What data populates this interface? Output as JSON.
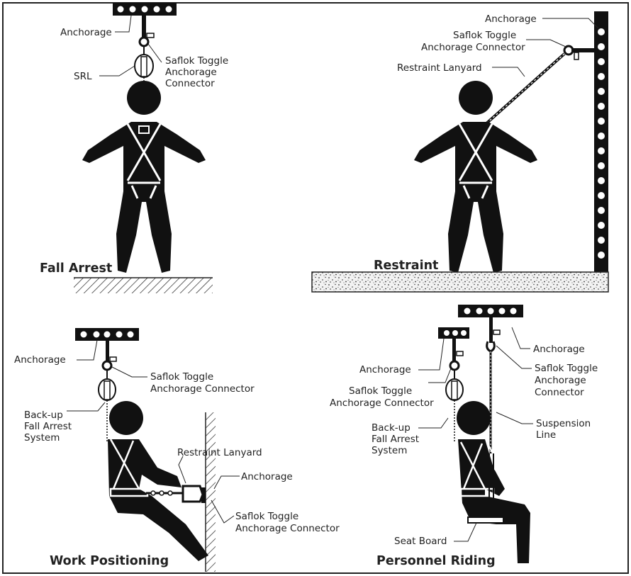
{
  "panels": {
    "fall_arrest": {
      "title": "Fall Arrest",
      "labels": {
        "anchorage": "Anchorage",
        "connector_1": "Saflok Toggle",
        "connector_2": "Anchorage",
        "connector_3": "Connector",
        "srl": "SRL"
      }
    },
    "restraint": {
      "title": "Restraint",
      "labels": {
        "anchorage": "Anchorage",
        "connector_1": "Saflok Toggle",
        "connector_2": "Anchorage Connector",
        "lanyard": "Restraint Lanyard"
      }
    },
    "work_positioning": {
      "title": "Work Positioning",
      "labels": {
        "anchorage_top": "Anchorage",
        "connector_top_1": "Saflok Toggle",
        "connector_top_2": "Anchorage Connector",
        "backup_1": "Back-up",
        "backup_2": "Fall Arrest",
        "backup_3": "System",
        "lanyard": "Restraint Lanyard",
        "anchorage_wall": "Anchorage",
        "connector_wall_1": "Saflok Toggle",
        "connector_wall_2": "Anchorage Connector"
      }
    },
    "personnel_riding": {
      "title": "Personnel Riding",
      "labels": {
        "anchorage_left": "Anchorage",
        "connector_left_1": "Saflok Toggle",
        "connector_left_2": "Anchorage Connector",
        "backup_1": "Back-up",
        "backup_2": "Fall Arrest",
        "backup_3": "System",
        "anchorage_right": "Anchorage",
        "connector_right_1": "Saflok Toggle",
        "connector_right_2": "Anchorage",
        "connector_right_3": "Connector",
        "suspension_1": "Suspension",
        "suspension_2": "Line",
        "seat_board": "Seat Board"
      }
    }
  }
}
